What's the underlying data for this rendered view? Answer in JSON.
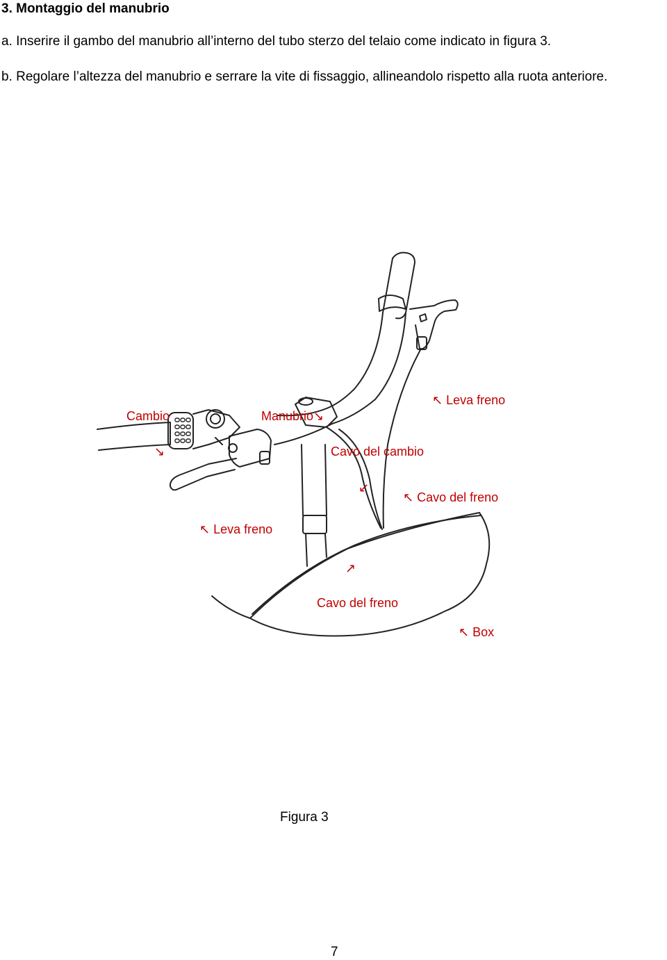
{
  "heading": "3. Montaggio del manubrio",
  "steps": [
    "a. Inserire il gambo del manubrio all’interno del tubo sterzo del telaio come indicato in figura 3.",
    "b. Regolare l’altezza del manubrio e serrare la vite di fissaggio, allineandolo rispetto alla ruota anteriore."
  ],
  "figure": {
    "labels": {
      "leva_freno_right": "Leva freno",
      "cambio": "Cambio",
      "manubrio": "Manubrio",
      "cavo_del_cambio": "Cavo del cambio",
      "cavo_del_freno_right": "Cavo del freno",
      "leva_freno_left": "Leva freno",
      "cavo_del_freno_bottom": "Cavo del freno",
      "box": "Box"
    },
    "arrows": {
      "up_left": "↖",
      "down_right": "↘",
      "down_left": "↙",
      "up_right": "↗"
    },
    "label_color": "#c00000"
  },
  "caption": "Figura 3",
  "page_number": "7"
}
